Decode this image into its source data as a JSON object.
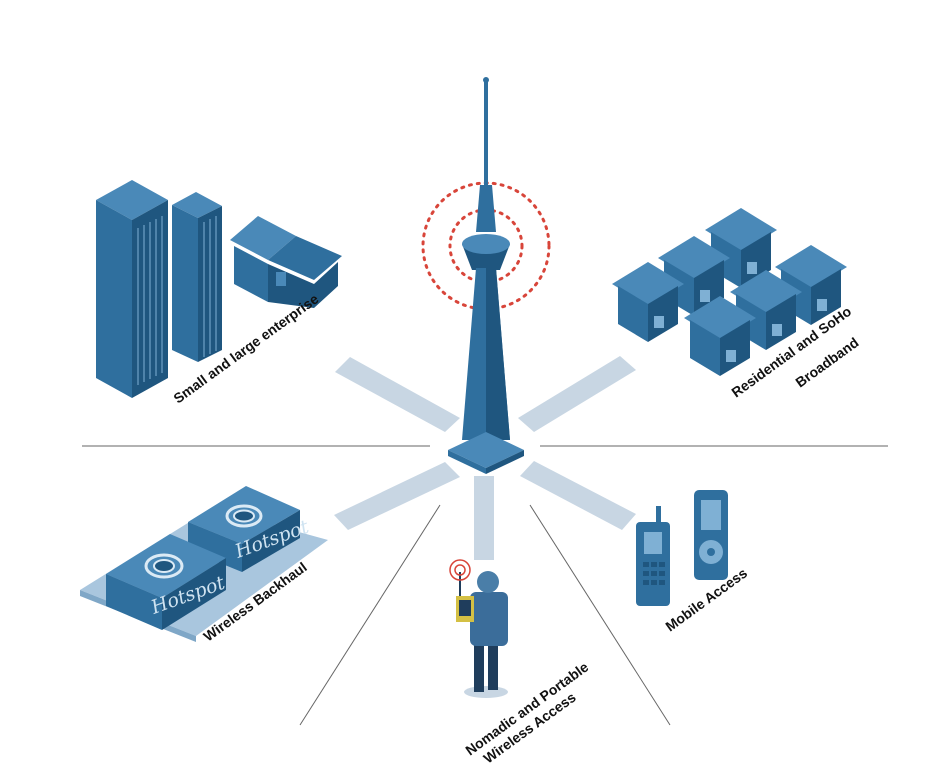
{
  "labels": {
    "enterprise": "Small and large enterprise",
    "residential_1": "Residential and SoHo",
    "residential_2": "Broadband",
    "backhaul": "Wireless Backhaul",
    "mobile": "Mobile Access",
    "nomadic_1": "Nomadic and Portable",
    "nomadic_2": "Wireless Access",
    "hotspot_front": "Hotspot",
    "hotspot_back": "Hotspot"
  },
  "colors": {
    "primary": "#2f6f9e",
    "dark": "#1f567f",
    "light": "#4a89b8",
    "beam": "#c8d6e3",
    "signal": "#d8453a",
    "line": "#666666"
  },
  "icons": [
    "transmission-tower-icon",
    "office-building-icon",
    "house-icon",
    "hotspot-device-icon",
    "cell-phone-icon",
    "portable-player-icon",
    "person-with-device-icon"
  ]
}
